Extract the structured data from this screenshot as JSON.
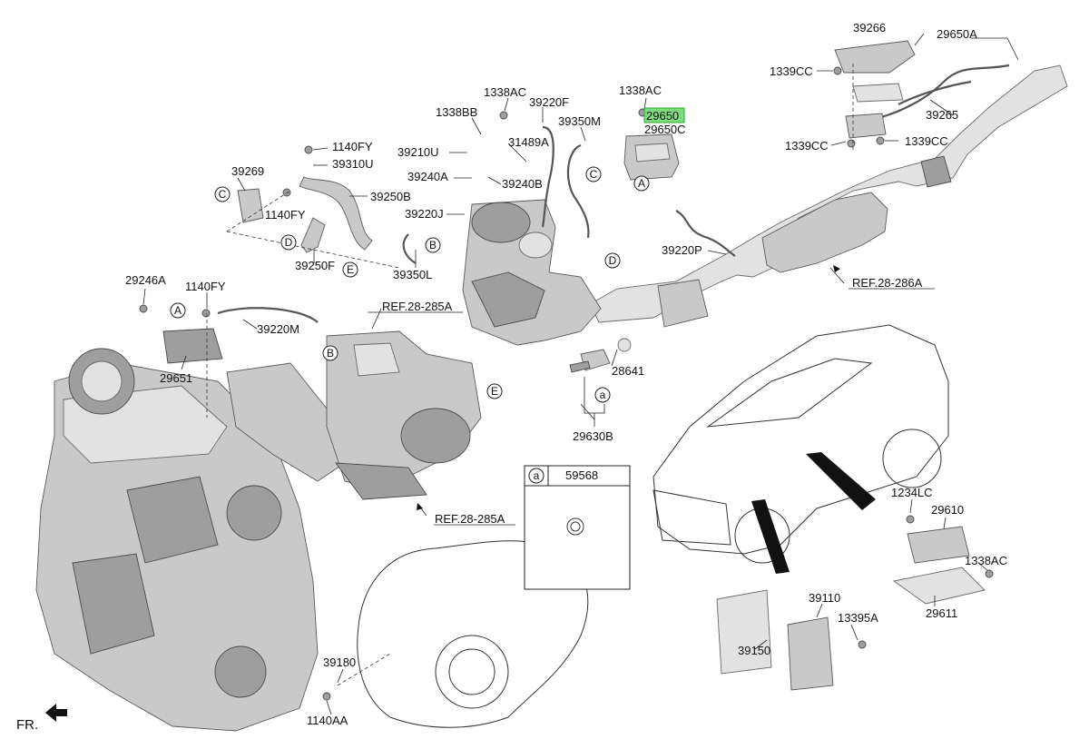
{
  "labels": {
    "l_39266": "39266",
    "l_29650A": "29650A",
    "l_1339CC_a": "1339CC",
    "l_39265": "39265",
    "l_1339CC_b": "1339CC",
    "l_1339CC_c": "1339CC",
    "l_1338AC_a": "1338AC",
    "l_1338AC_b": "1338AC",
    "l_29650": "29650",
    "l_29650C": "29650C",
    "l_39220F": "39220F",
    "l_1338BB": "1338BB",
    "l_39350M": "39350M",
    "l_31489A": "31489A",
    "l_39210U": "39210U",
    "l_39240A": "39240A",
    "l_39240B": "39240B",
    "l_39220J": "39220J",
    "l_39350L": "39350L",
    "l_1140FY_a": "1140FY",
    "l_39310U": "39310U",
    "l_39269": "39269",
    "l_39250B": "39250B",
    "l_1140FY_b": "1140FY",
    "l_39250F": "39250F",
    "l_39220P": "39220P",
    "l_ref286": "REF.28-286A",
    "l_29246A": "29246A",
    "l_1140FY_c": "1140FY",
    "l_39220M": "39220M",
    "l_ref285_a": "REF.28-285A",
    "l_29651": "29651",
    "l_28641": "28641",
    "l_29630B": "29630B",
    "l_ref285_b": "REF.28-285A",
    "l_59568": "59568",
    "l_1234LC": "1234LC",
    "l_29610": "29610",
    "l_1338AC_c": "1338AC",
    "l_29611": "29611",
    "l_39110": "39110",
    "l_13395A": "13395A",
    "l_39150": "39150",
    "l_39180": "39180",
    "l_1140AA": "1140AA",
    "l_fr": "FR."
  },
  "callouts": {
    "A": "A",
    "B": "B",
    "C": "C",
    "D": "D",
    "E": "E",
    "a": "a"
  },
  "highlight": {
    "part": "29650",
    "color": "#7ddc7d"
  }
}
